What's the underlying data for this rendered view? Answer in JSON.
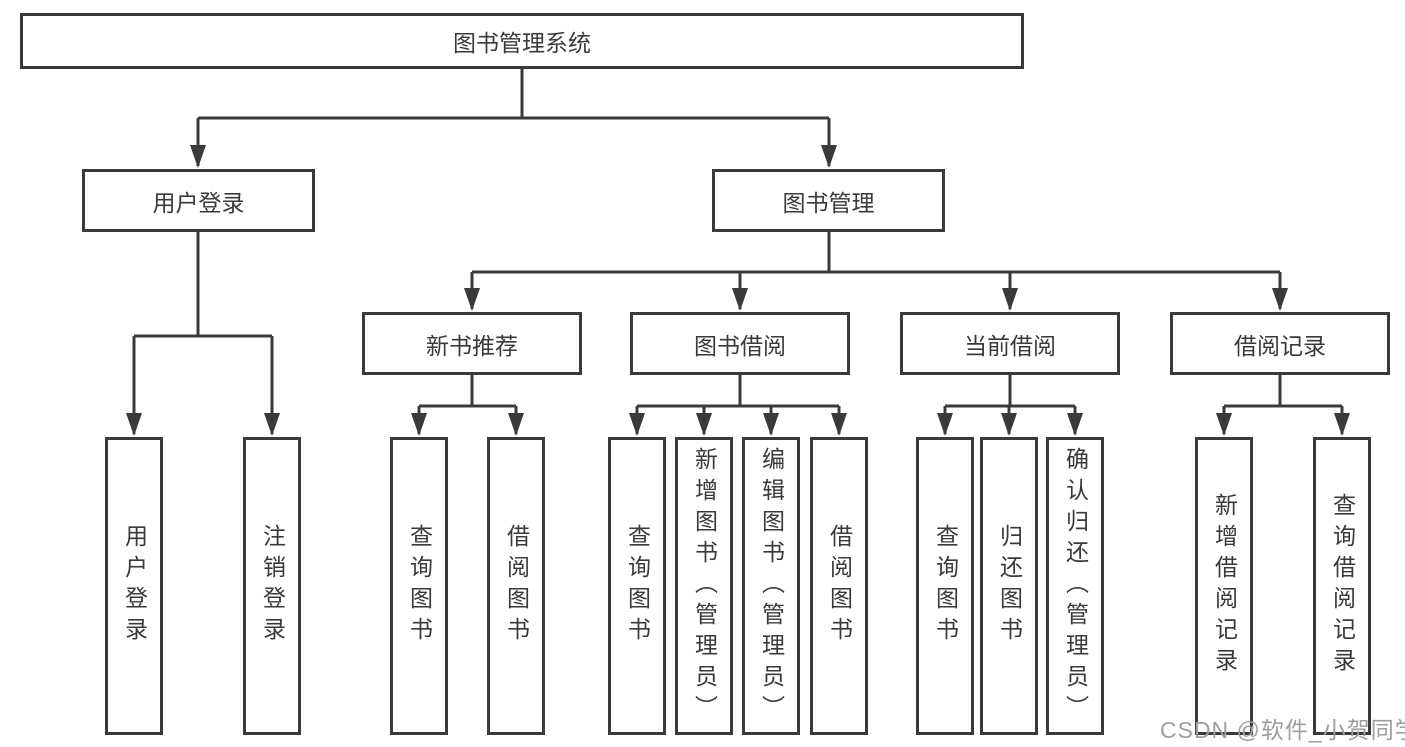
{
  "root": {
    "label": "图书管理系统"
  },
  "level2": [
    {
      "label": "用户登录"
    },
    {
      "label": "图书管理"
    }
  ],
  "level3": [
    {
      "label": "新书推荐"
    },
    {
      "label": "图书借阅"
    },
    {
      "label": "当前借阅"
    },
    {
      "label": "借阅记录"
    }
  ],
  "leaves": [
    {
      "label": "用户登录"
    },
    {
      "label": "注销登录"
    },
    {
      "label": "查询图书"
    },
    {
      "label": "借阅图书"
    },
    {
      "label": "查询图书"
    },
    {
      "label": "新增图书（管理员）"
    },
    {
      "label": "编辑图书（管理员）"
    },
    {
      "label": "借阅图书"
    },
    {
      "label": "查询图书"
    },
    {
      "label": "归还图书"
    },
    {
      "label": "确认归还（管理员）"
    },
    {
      "label": "新增借阅记录"
    },
    {
      "label": "查询借阅记录"
    }
  ],
  "watermark": {
    "text": "CSDN @软件_小贺同学"
  },
  "colors": {
    "line": "#3a3a3a",
    "text": "#3a3a3a",
    "watermark": "#9e9e9e",
    "background": "#ffffff"
  }
}
